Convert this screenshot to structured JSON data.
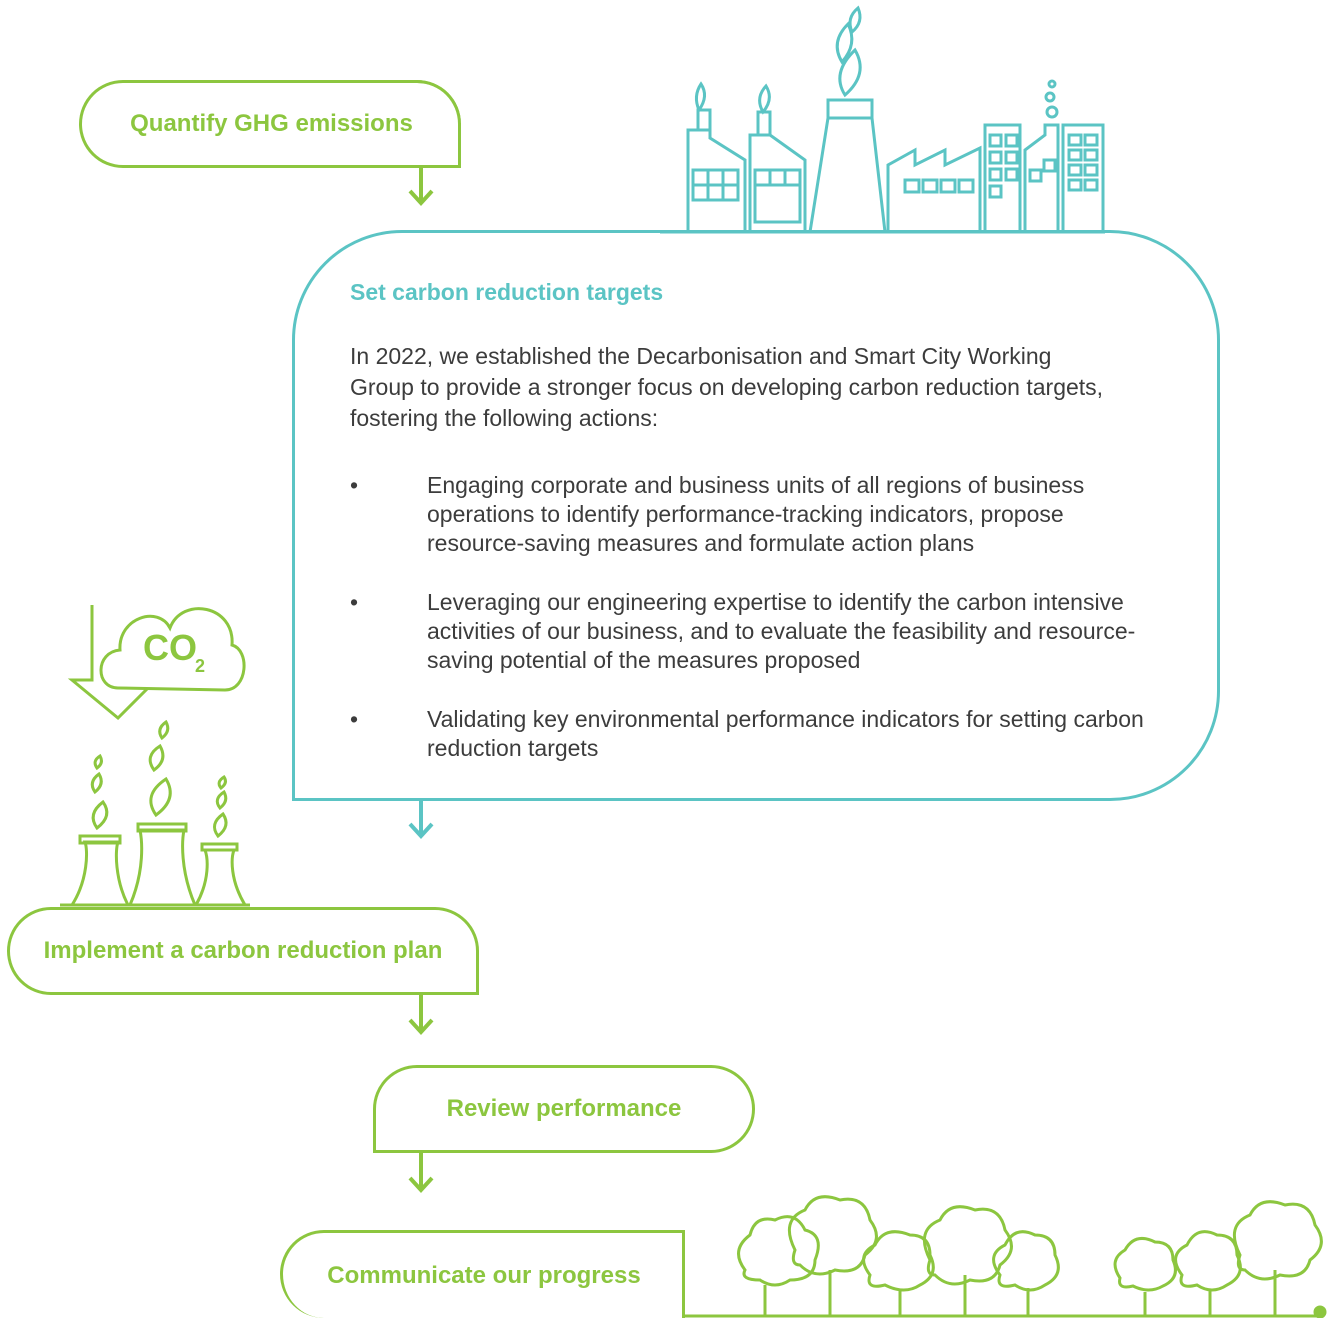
{
  "steps": {
    "quantify": "Quantify GHG emissions",
    "targets": {
      "title": "Set carbon reduction targets",
      "intro": "In 2022, we established the Decarbonisation and Smart City Working Group to provide a stronger focus on developing carbon reduction targets, fostering the following actions:",
      "bullet_symbol": "•",
      "bullets": [
        "Engaging corporate and business units of all regions of business operations to identify performance-tracking indicators, propose resource-saving measures and formulate action plans",
        "Leveraging our engineering expertise to identify the carbon intensive activities of our business, and to evaluate the feasibility and resource-saving potential of the measures proposed",
        "Validating key environmental performance indicators for setting carbon reduction targets"
      ]
    },
    "implement": "Implement a carbon reduction plan",
    "review": "Review performance",
    "communicate": "Communicate our progress"
  },
  "co2_badge": {
    "main": "CO",
    "sub": "2"
  },
  "icons": [
    "factory-skyline-icon",
    "co2-cloud-icon",
    "down-arrow-icon",
    "sprouting-chimneys-icon",
    "tree-row-icon",
    "flow-arrow-icon"
  ],
  "colors": {
    "green": "#8cc63f",
    "teal": "#5bc4c4",
    "text": "#3c3c3c"
  }
}
